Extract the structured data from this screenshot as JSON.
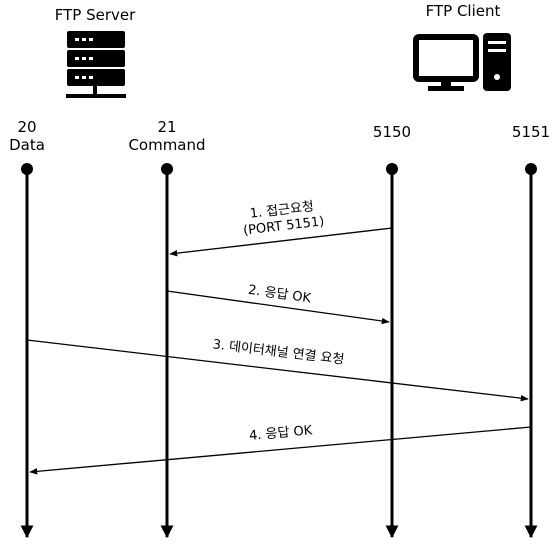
{
  "header": {
    "server_title": "FTP Server",
    "client_title": "FTP Client"
  },
  "lanes": [
    {
      "port": "20",
      "role": "Data"
    },
    {
      "port": "21",
      "role": "Command"
    },
    {
      "port": "5150",
      "role": ""
    },
    {
      "port": "5151",
      "role": ""
    }
  ],
  "messages": [
    {
      "line1": "1. 접근요청",
      "line2": "(PORT 5151)"
    },
    {
      "line1": "2. 응답 OK",
      "line2": ""
    },
    {
      "line1": "3. 데이터채널 연결 요청",
      "line2": ""
    },
    {
      "line1": "4. 응답 OK",
      "line2": ""
    }
  ],
  "icons": {
    "server": "server-rack-icon",
    "client": "desktop-computer-icon"
  }
}
